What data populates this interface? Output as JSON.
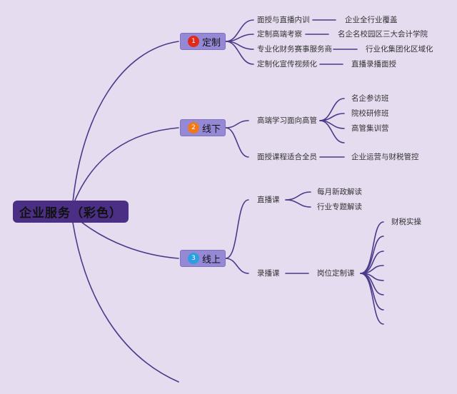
{
  "root": {
    "label": "企业服务（彩色）"
  },
  "branches": [
    {
      "label": "定制",
      "badge": "1",
      "badge_color": "#e02a1c",
      "children": [
        {
          "label": "面授与直播内训",
          "leaf": "企业全行业覆盖"
        },
        {
          "label": "定制高端考察",
          "leaf": "名企名校园区三大会计学院"
        },
        {
          "label": "专业化财务赛事服务商",
          "leaf": "行业化集团化区域化"
        },
        {
          "label": "定制化宣传视频化",
          "leaf": "直播录播面授"
        }
      ]
    },
    {
      "label": "线下",
      "badge": "2",
      "badge_color": "#f07a1a",
      "children": [
        {
          "label": "高端学习面向高管",
          "leaves": [
            "名企参访班",
            "院校研修班",
            "高管集训营"
          ]
        },
        {
          "label": "面授课程适合全员",
          "leaf": "企业运营与财税管控"
        }
      ]
    },
    {
      "label": "线上",
      "badge": "3",
      "badge_color": "#2aa0e0",
      "children": [
        {
          "label": "直播课",
          "leaves": [
            "每月新政解读",
            "行业专题解读"
          ]
        },
        {
          "label": "录播课",
          "leaf": "岗位定制课",
          "subleaves": [
            "财税实操"
          ]
        }
      ]
    }
  ],
  "colors": {
    "background": "#e6dcf0",
    "root": "#4b2f85",
    "branch": "#9589d6",
    "edge": "#4a3a8a"
  }
}
